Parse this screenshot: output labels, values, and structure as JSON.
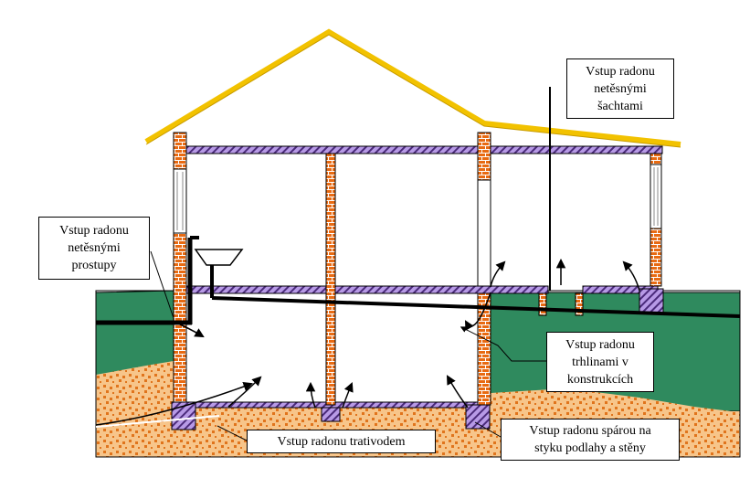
{
  "labels": {
    "shafts": [
      "Vstup radonu",
      "netěsnými",
      "šachtami"
    ],
    "penetrations": [
      "Vstup radonu",
      "netěsnými",
      "prostupy"
    ],
    "cracks": [
      "Vstup radonu",
      "trhlinami v",
      "konstrukcích"
    ],
    "drain": [
      "Vstup radonu trativodem"
    ],
    "joint": [
      "Vstup radonu spárou na",
      "styku podlahy a stěny"
    ]
  },
  "colors": {
    "roof": "#f2c200",
    "brick": "#e86a12",
    "mortar": "#ffffff",
    "slab": "#b79ae6",
    "hatch": "#4a2a7a",
    "soil_green": "#2f8a5e",
    "gravel": "#f7c58a",
    "gravel_dot": "#e0741c",
    "line": "#000000"
  }
}
